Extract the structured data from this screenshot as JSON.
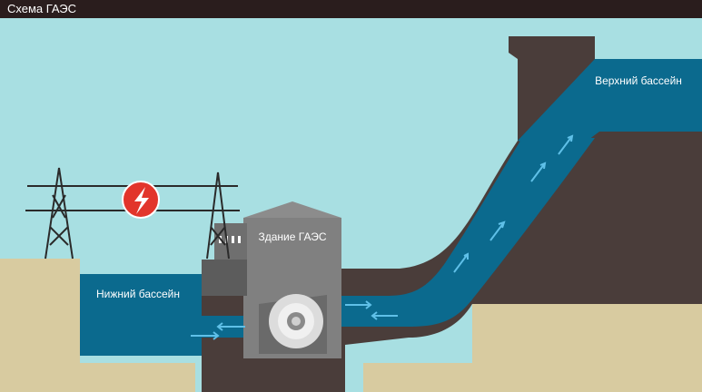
{
  "title": "Схема ГАЭС",
  "labels": {
    "upper_reservoir": "Верхний бассейн",
    "lower_reservoir": "Нижний бассейн",
    "station_building": "Здание ГАЭС"
  },
  "icons": {
    "power_symbol": "lightning-bolt-icon",
    "turbine": "turbine-icon"
  },
  "colors": {
    "sky": "#a8dfe2",
    "ground": "#d8cba0",
    "rock": "#4a3d3a",
    "water": "#0b6a8e",
    "water_dark": "#0a4f6c",
    "building": "#808080",
    "building_dark": "#5c5c5c",
    "lightning_badge": "#e2352b",
    "flow_arrows": "#5fc0e8",
    "title_bar": "#2a1d1d"
  }
}
